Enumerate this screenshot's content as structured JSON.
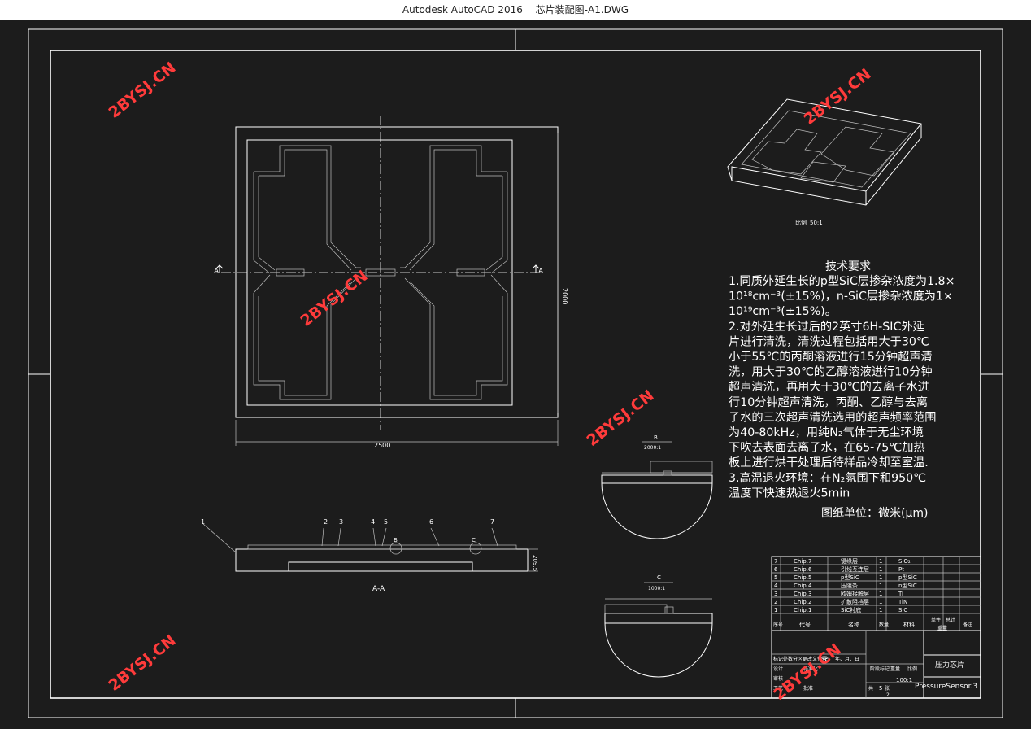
{
  "window": {
    "app_title": "Autodesk AutoCAD 2016",
    "doc_title": "芯片装配图-A1.DWG"
  },
  "colors": {
    "background": "#1c1c1c",
    "lines": "#ffffff",
    "watermark": "#ff3b3b",
    "titlebar": "#ffffff"
  },
  "watermark": "2BYSJ.CN",
  "plan_view": {
    "section_mark": "A",
    "dim_width": "2500",
    "dim_height": "2000"
  },
  "section_view": {
    "title": "A-A",
    "thickness_dim": "209.5",
    "leaders": [
      "1",
      "2",
      "3",
      "4",
      "5",
      "6",
      "7"
    ],
    "detail_marks": [
      "B",
      "C"
    ]
  },
  "iso_view": {
    "scale_label": "比例",
    "scale_value": "50:1"
  },
  "detail_b": {
    "mark": "B",
    "scale": "2000:1"
  },
  "detail_c": {
    "mark": "C",
    "scale": "1000:1"
  },
  "tech_requirements": {
    "title": "技术要求",
    "lines": [
      "1.同质外延生长的p型SiC层掺杂浓度为1.8×",
      "10¹⁸cm⁻³(±15%)，n-SiC层掺杂浓度为1×",
      "10¹⁹cm⁻³(±15%)。",
      "2.对外延生长过后的2英寸6H-SIC外延",
      "片进行清洗，清洗过程包括用大于30℃",
      "小于55℃的丙酮溶液进行15分钟超声清",
      "洗，用大于30℃的乙醇溶液进行10分钟",
      "超声清洗，再用大于30℃的去离子水进",
      "行10分钟超声清洗，丙酮、乙醇与去离",
      "子水的三次超声清洗选用的超声频率范围",
      "为40-80kHz，用纯N₂气体于无尘环境",
      "下吹去表面去离子水，在65-75℃加热",
      "板上进行烘干处理后待样品冷却至室温.",
      "3.高温退火环境：在N₂氛围下和950℃",
      "温度下快速热退火5min"
    ],
    "overlay": "图纸单位：微米(μm)"
  },
  "bom": {
    "rows": [
      {
        "no": "7",
        "code": "Chip.7",
        "name": "键缘层",
        "qty": "1",
        "material": "SiO₂"
      },
      {
        "no": "6",
        "code": "Chip.6",
        "name": "引线互连层",
        "qty": "1",
        "material": "Pt"
      },
      {
        "no": "5",
        "code": "Chip.5",
        "name": "p型SiC",
        "qty": "1",
        "material": "p型SiC"
      },
      {
        "no": "4",
        "code": "Chip.4",
        "name": "压阻条",
        "qty": "1",
        "material": "n型SiC"
      },
      {
        "no": "3",
        "code": "Chip.3",
        "name": "欧姆接触层",
        "qty": "1",
        "material": "Ti"
      },
      {
        "no": "2",
        "code": "Chip.2",
        "name": "扩散阻挡层",
        "qty": "1",
        "material": "TiN"
      },
      {
        "no": "1",
        "code": "Chip.1",
        "name": "SiC衬底",
        "qty": "1",
        "material": "SiC"
      }
    ],
    "header": {
      "no": "序号",
      "code": "代号",
      "name": "名称",
      "qty": "数量",
      "material": "材料",
      "unit_weight": "单件",
      "total_weight": "总计",
      "weight": "重量",
      "remark": "备注"
    }
  },
  "title_block": {
    "part_name": "压力芯片",
    "drawing_no": "PressureSensor.3",
    "scale": "100:1",
    "sheets_label": "共",
    "sheets_value": "5",
    "sheet_label": "张",
    "sheet_no": "2",
    "labels": [
      "标记",
      "处数",
      "分区",
      "更改文件号",
      "签名",
      "年、月、日",
      "设计",
      "标准化",
      "审核",
      "工艺",
      "批准",
      "阶段标记",
      "重量",
      "比例"
    ]
  }
}
